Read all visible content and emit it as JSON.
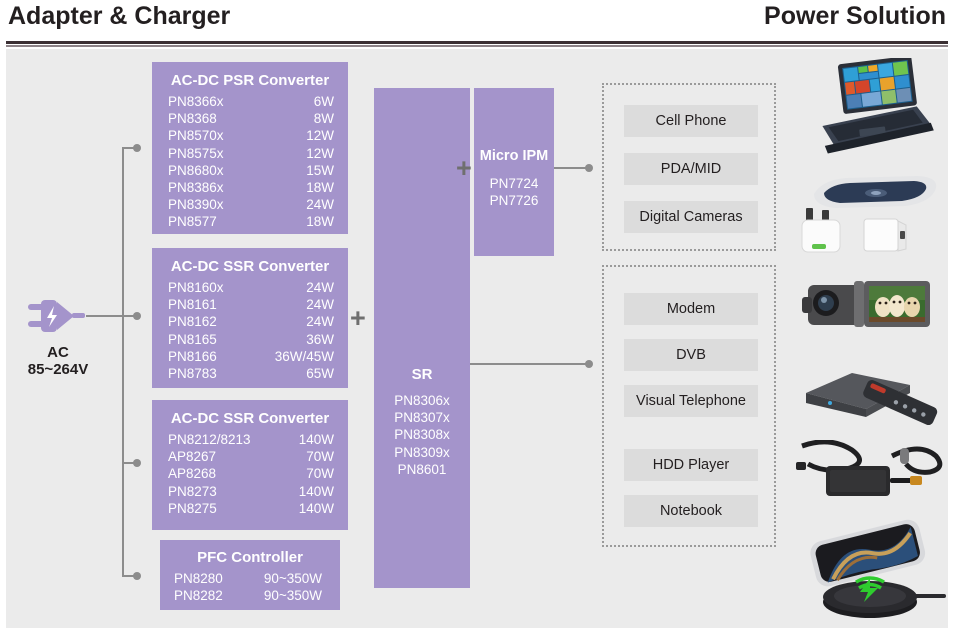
{
  "header": {
    "left_title": "Adapter & Charger",
    "right_title": "Power Solution"
  },
  "source": {
    "label_line1": "AC",
    "label_line2": "85~264V",
    "icon": "ac-plug-icon"
  },
  "operators": {
    "plus_1": "+",
    "plus_2": "+"
  },
  "blocks": {
    "psr": {
      "title": "AC-DC PSR Converter",
      "rows": [
        {
          "pn": "PN8366x",
          "watt": "6W"
        },
        {
          "pn": "PN8368",
          "watt": "8W"
        },
        {
          "pn": "PN8570x",
          "watt": "12W"
        },
        {
          "pn": "PN8575x",
          "watt": "12W"
        },
        {
          "pn": "PN8680x",
          "watt": "15W"
        },
        {
          "pn": "PN8386x",
          "watt": "18W"
        },
        {
          "pn": "PN8390x",
          "watt": "24W"
        },
        {
          "pn": "PN8577",
          "watt": "18W"
        }
      ]
    },
    "ssr1": {
      "title": "AC-DC SSR Converter",
      "rows": [
        {
          "pn": "PN8160x",
          "watt": "24W"
        },
        {
          "pn": "PN8161",
          "watt": "24W"
        },
        {
          "pn": "PN8162",
          "watt": "24W"
        },
        {
          "pn": "PN8165",
          "watt": "36W"
        },
        {
          "pn": "PN8166",
          "watt": "36W/45W"
        },
        {
          "pn": "PN8783",
          "watt": "65W"
        }
      ]
    },
    "ssr2": {
      "title": "AC-DC SSR Converter",
      "rows": [
        {
          "pn": "PN8212/8213",
          "watt": "140W"
        },
        {
          "pn": "AP8267",
          "watt": "70W"
        },
        {
          "pn": "AP8268",
          "watt": "70W"
        },
        {
          "pn": "PN8273",
          "watt": "140W"
        },
        {
          "pn": "PN8275",
          "watt": "140W"
        }
      ]
    },
    "pfc": {
      "title": "PFC Controller",
      "rows": [
        {
          "pn": "PN8280",
          "watt": "90~350W"
        },
        {
          "pn": "PN8282",
          "watt": "90~350W"
        }
      ]
    },
    "sr": {
      "title": "SR",
      "rows": [
        {
          "pn": "PN8306x"
        },
        {
          "pn": "PN8307x"
        },
        {
          "pn": "PN8308x"
        },
        {
          "pn": "PN8309x"
        },
        {
          "pn": "PN8601"
        }
      ]
    },
    "micro_ipm": {
      "title": "Micro IPM",
      "rows": [
        {
          "pn": "PN7724"
        },
        {
          "pn": "PN7726"
        }
      ]
    }
  },
  "applications": {
    "group_1": [
      "Cell Phone",
      "PDA/MID",
      "Digital Cameras"
    ],
    "group_2": [
      "Modem",
      "DVB",
      "Visual Telephone",
      "HDD Player",
      "Notebook"
    ]
  },
  "devices": [
    {
      "name": "tablet-laptop-image"
    },
    {
      "name": "smartphone-image"
    },
    {
      "name": "wall-charger-image"
    },
    {
      "name": "usb-adapter-image"
    },
    {
      "name": "camcorder-image"
    },
    {
      "name": "set-top-box-image"
    },
    {
      "name": "laptop-power-brick-image"
    },
    {
      "name": "wireless-charging-pad-image"
    }
  ],
  "colors": {
    "purple": "#a494cb",
    "panel_bg": "#ebebeb",
    "app_box": "#dcdcdc",
    "connector": "#8c8c8c",
    "text_dark": "#231f20"
  }
}
